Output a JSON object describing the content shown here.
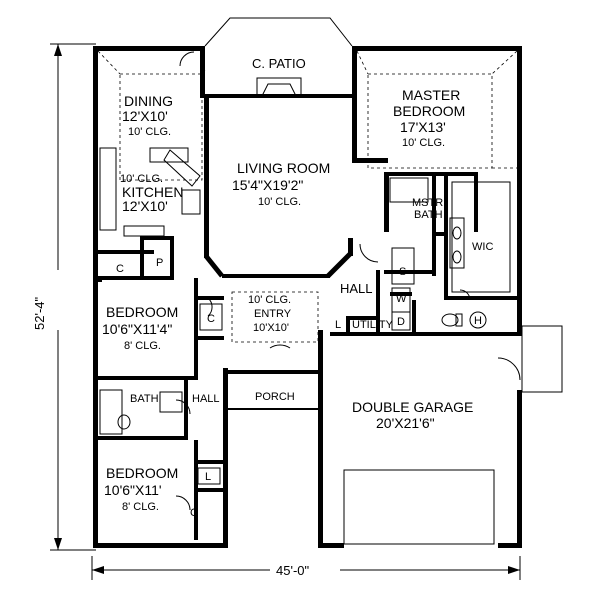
{
  "rooms": {
    "patio": "C. PATIO",
    "dining_name": "DINING",
    "dining_size": "12'X10'",
    "dining_clg": "10' CLG.",
    "living_name": "LIVING ROOM",
    "living_size": "15'4\"X19'2\"",
    "living_clg": "10' CLG.",
    "master_name1": "MASTER",
    "master_name2": "BEDROOM",
    "master_size": "17'X13'",
    "master_clg": "10' CLG.",
    "kitchen_clg": "10' CLG.",
    "kitchen_name": "KITCHEN",
    "kitchen_size": "12'X10'",
    "mstr_bath1": "MSTR",
    "mstr_bath2": "BATH",
    "wic": "WIC",
    "closet_c": "C",
    "pantry_p": "P",
    "shower_s": "S",
    "washer_w": "W",
    "dryer_d": "D",
    "hall_upper": "HALL",
    "hall_lower": "HALL",
    "bedroom1_name": "BEDROOM",
    "bedroom1_size": "10'6\"X11'4\"",
    "bedroom1_clg": "8' CLG.",
    "entry_clg": "10' CLG.",
    "entry_name": "ENTRY",
    "entry_size": "10'X10'",
    "linen_l": "L",
    "utility": "UTILITY",
    "water_heater_h": "H",
    "bath": "BATH",
    "porch": "PORCH",
    "garage_name": "DOUBLE GARAGE",
    "garage_size": "20'X21'6\"",
    "bedroom2_name": "BEDROOM",
    "bedroom2_size": "10'6\"X11'",
    "bedroom2_clg": "8' CLG."
  },
  "dimensions": {
    "depth": "52'-4\"",
    "width": "45'-0\""
  }
}
